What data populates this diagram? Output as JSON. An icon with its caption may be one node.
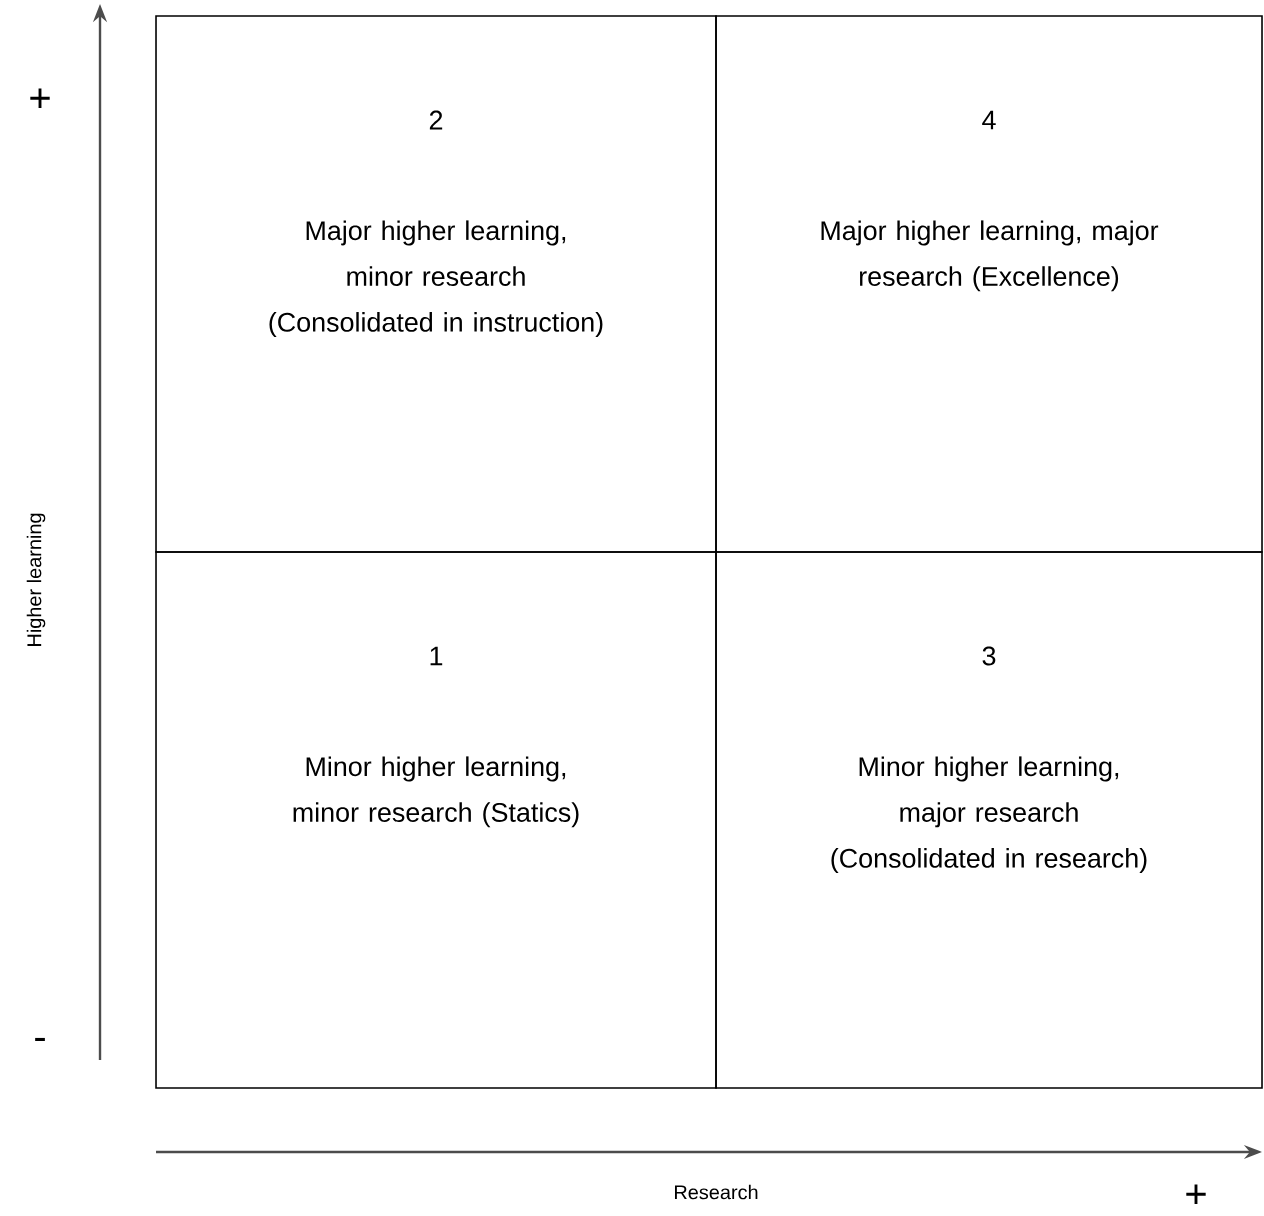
{
  "diagram": {
    "nodes": [
      {
        "text": [
          "2",
          "Major higher learning, minor research (Consolidated in instruction)"
        ]
      },
      {
        "text": [
          "4",
          "Major higher learning, major research (Excellence)"
        ]
      },
      {
        "text": [
          "1",
          "Minor higher learning, minor research (Statics)"
        ]
      },
      {
        "text": [
          "3",
          "Minor higher learning, major research (Consolidated in research)"
        ]
      }
    ],
    "labels": [
      "+",
      "Higher learning",
      "-",
      "Research",
      "+"
    ]
  }
}
